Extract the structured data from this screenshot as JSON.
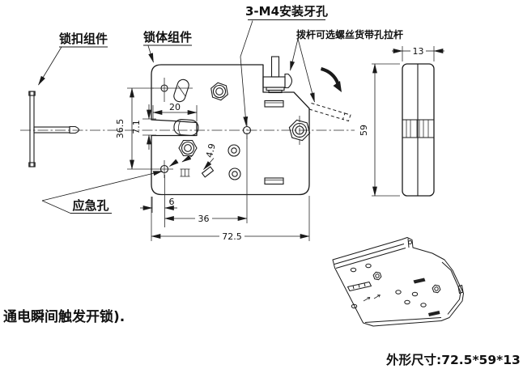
{
  "labels": {
    "catch_assembly": "锁扣组件",
    "body_assembly": "锁体组件",
    "mounting_holes": "3-M4安装牙孔",
    "lever_option": "拨杆可选螺丝货带孔拉杆",
    "emergency_hole": "应急孔",
    "power_note": "通电瞬间触发开锁).",
    "outline_size": "外形尺寸:72.5*59*13"
  },
  "dimensions": {
    "width_20": "20",
    "height_36_5": "36.5",
    "slot_7_1": "7.1",
    "hole_4_9": "4.9",
    "offset_6": "6",
    "span_36": "36",
    "width_72_5": "72.5",
    "depth_13": "13",
    "height_59": "59"
  },
  "colors": {
    "line": "#1a1a1a",
    "background": "#ffffff"
  }
}
